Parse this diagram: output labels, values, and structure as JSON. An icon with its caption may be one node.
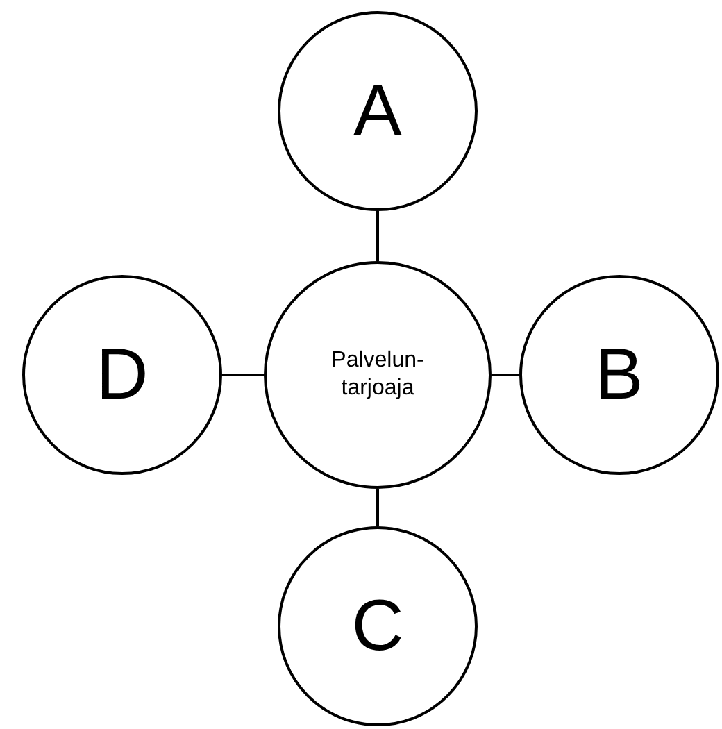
{
  "diagram": {
    "nodes": [
      {
        "text": [
          "A"
        ]
      },
      {
        "text": [
          "Palvelun-tarjoaja"
        ]
      },
      {
        "text": [
          "D"
        ]
      },
      {
        "text": [
          "B"
        ]
      },
      {
        "text": [
          "C"
        ]
      }
    ],
    "edges": [
      {
        "from": 1,
        "to": 0,
        "arrow": "none"
      },
      {
        "from": 1,
        "to": 3,
        "arrow": "none"
      },
      {
        "from": 1,
        "to": 4,
        "arrow": "none"
      },
      {
        "from": 1,
        "to": 2,
        "arrow": "none"
      }
    ]
  }
}
